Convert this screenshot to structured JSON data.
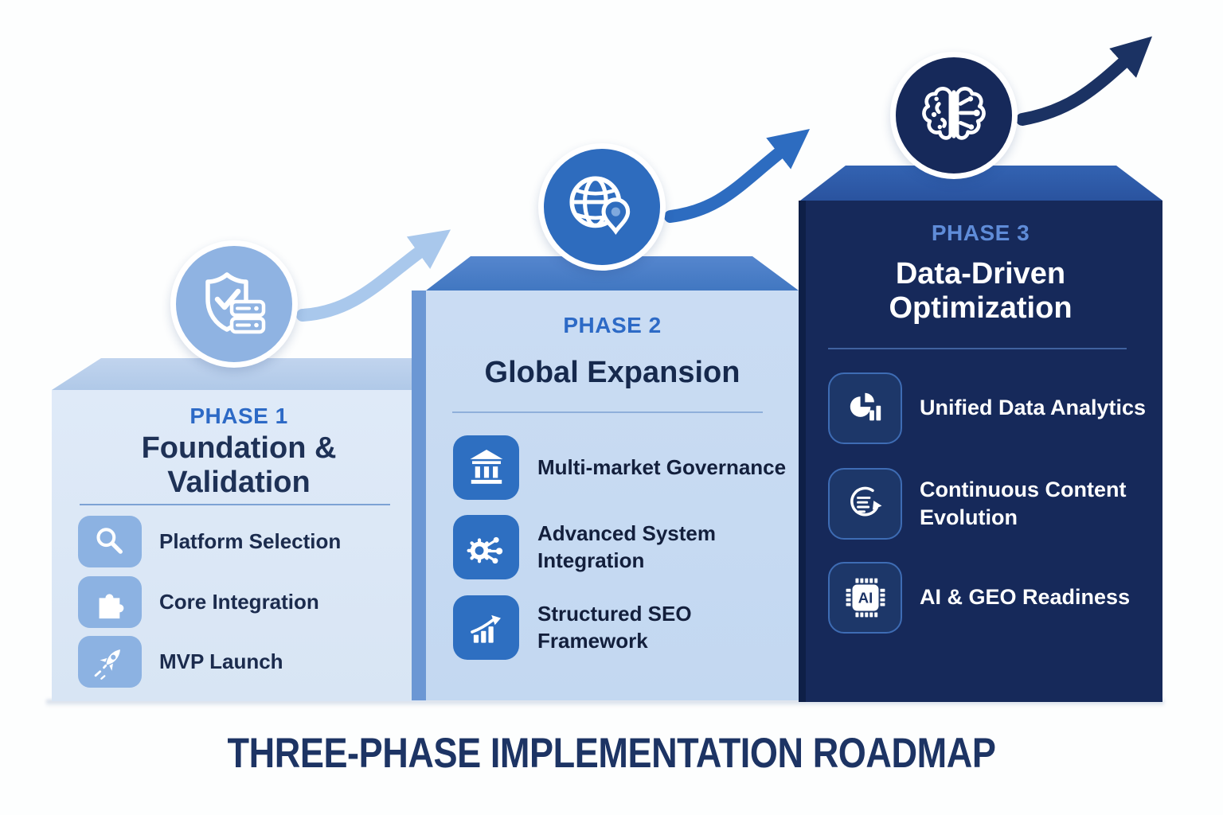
{
  "footer_title": "THREE-PHASE IMPLEMENTATION ROADMAP",
  "footer_color": "#1d3464",
  "phases": [
    {
      "label": "PHASE 1",
      "title": "Foundation &\nValidation",
      "topper_icon": "shield-check-server-icon",
      "arrow_icon": "growth-arrow-icon",
      "items": [
        {
          "icon": "magnifier-icon",
          "text": "Platform Selection"
        },
        {
          "icon": "puzzle-icon",
          "text": "Core Integration"
        },
        {
          "icon": "rocket-icon",
          "text": "MVP Launch"
        }
      ],
      "colors": {
        "front": "#dce8f6",
        "top_facet": "#b7cfec",
        "tile": "#8cb2e2",
        "label": "#2d6ac6",
        "title_text": "#1e3156",
        "item_text": "#1b2b4d",
        "circle": "#8fb3e2",
        "arrow": "#a9c8ec"
      }
    },
    {
      "label": "PHASE 2",
      "title": "Global Expansion",
      "topper_icon": "globe-pin-icon",
      "arrow_icon": "growth-arrow-icon",
      "items": [
        {
          "icon": "bank-icon",
          "text": "Multi-market Governance"
        },
        {
          "icon": "gear-network-icon",
          "text": "Advanced System\nIntegration"
        },
        {
          "icon": "growth-chart-icon",
          "text": "Structured SEO\nFramework"
        }
      ],
      "colors": {
        "front": "#c8dbf2",
        "top_facet": "#4a80c8",
        "side": "#6b97d4",
        "tile": "#2e6fc1",
        "label": "#2d6ac6",
        "title_text": "#16294d",
        "item_text": "#131f3c",
        "circle": "#2e6cbe",
        "arrow": "#2d6cc0"
      }
    },
    {
      "label": "PHASE 3",
      "title": "Data-Driven\nOptimization",
      "topper_icon": "brain-circuit-icon",
      "arrow_icon": "growth-arrow-icon",
      "items": [
        {
          "icon": "pie-chart-bars-icon",
          "text": "Unified Data Analytics"
        },
        {
          "icon": "content-refresh-icon",
          "text": "Continuous Content\nEvolution"
        },
        {
          "icon": "ai-chip-icon",
          "text": "AI & GEO Readiness"
        }
      ],
      "colors": {
        "front": "#16295a",
        "top_facet": "#2f5cab",
        "tile": "#1d3769",
        "tile_border": "#3e6cb4",
        "label": "#5f8cd8",
        "title_text": "#ffffff",
        "item_text": "#ffffff",
        "circle": "#16295a",
        "arrow": "#1b3263"
      }
    }
  ]
}
